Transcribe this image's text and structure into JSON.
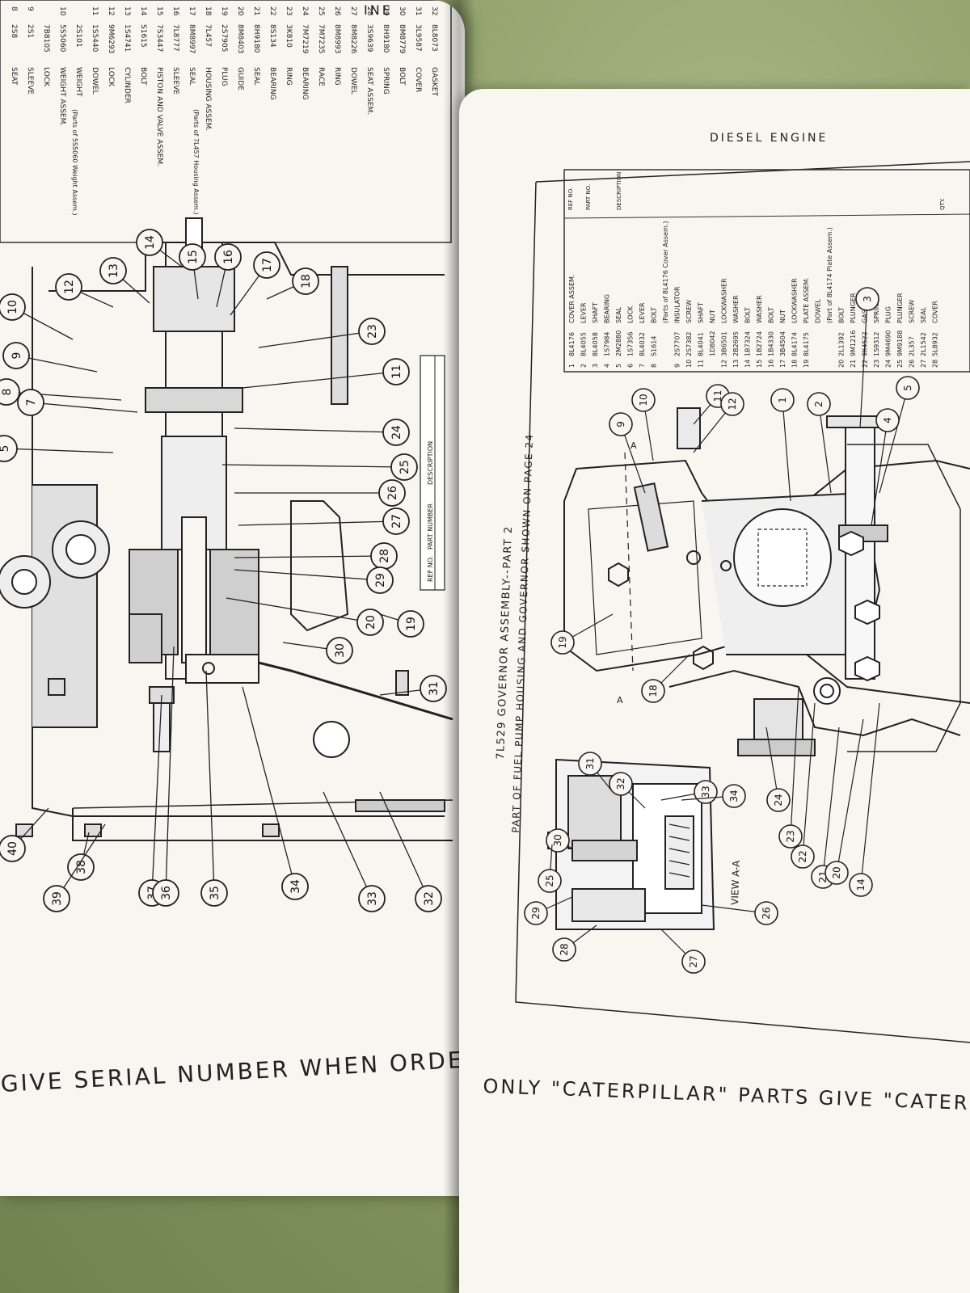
{
  "left_page": {
    "header_partial": "INE",
    "parts_table_rows": [
      {
        "no": "8",
        "part": "2S8",
        "desc": "SEAT"
      },
      {
        "no": "9",
        "part": "2S1",
        "desc": "SLEEVE"
      },
      {
        "no": "",
        "part": "7B8105",
        "desc": "LOCK"
      },
      {
        "no": "10",
        "part": "5S5060",
        "desc": "WEIGHT ASSEM."
      },
      {
        "no": "",
        "part": "2S101",
        "desc": "WEIGHT"
      },
      {
        "no": "11",
        "part": "1S5440",
        "desc": "DOWEL"
      },
      {
        "no": "12",
        "part": "9M6293",
        "desc": "LOCK"
      },
      {
        "no": "13",
        "part": "1S4741",
        "desc": "CYLINDER"
      },
      {
        "no": "14",
        "part": "S1615",
        "desc": "BOLT"
      },
      {
        "no": "15",
        "part": "7S3447",
        "desc": "PISTON AND VALVE ASSEM."
      },
      {
        "no": "16",
        "part": "7L8777",
        "desc": "SLEEVE"
      },
      {
        "no": "17",
        "part": "8M8997",
        "desc": "SEAL"
      },
      {
        "no": "18",
        "part": "7L457",
        "desc": "HOUSING ASSEM."
      },
      {
        "no": "19",
        "part": "2S7905",
        "desc": "PLUG"
      },
      {
        "no": "20",
        "part": "8M8403",
        "desc": "GUIDE"
      },
      {
        "no": "21",
        "part": "8H9180",
        "desc": "SEAL"
      },
      {
        "no": "22",
        "part": "8S134",
        "desc": "BEARING"
      },
      {
        "no": "23",
        "part": "3K810",
        "desc": "RING"
      },
      {
        "no": "24",
        "part": "7M7219",
        "desc": "BEARING"
      },
      {
        "no": "25",
        "part": "7M7235",
        "desc": "RACE"
      },
      {
        "no": "26",
        "part": "8M8993",
        "desc": "RING"
      },
      {
        "no": "27",
        "part": "8M8226",
        "desc": "DOWEL"
      },
      {
        "no": "28",
        "part": "3S9639",
        "desc": "SEAT ASSEM."
      },
      {
        "no": "29",
        "part": "8H9180",
        "desc": "SPRING"
      },
      {
        "no": "30",
        "part": "8M8779",
        "desc": "BOLT"
      },
      {
        "no": "31",
        "part": "3L9587",
        "desc": "COVER"
      },
      {
        "no": "32",
        "part": "8L8073",
        "desc": "GASKET"
      }
    ],
    "parts_table_notes": [
      "(Parts of 5S5060 Weight Assem.)",
      "(Parts of 7L457 Housing Assem.)"
    ],
    "inset_table_headers": [
      "REF NO.",
      "PART NUMBER",
      "DESCRIPTION"
    ],
    "callouts": [
      "10",
      "9",
      "8",
      "7",
      "5",
      "12",
      "13",
      "14",
      "15",
      "16",
      "17",
      "18",
      "23",
      "11",
      "24",
      "25",
      "26",
      "27",
      "28",
      "29",
      "20",
      "19",
      "30",
      "31",
      "40",
      "38",
      "39",
      "37",
      "36",
      "35",
      "34",
      "33",
      "32"
    ],
    "footer": "GIVE SERIAL NUMBER WHEN ORDERIN"
  },
  "right_page": {
    "header": "DIESEL ENGINE",
    "parts_table_headers": [
      "REF NO.",
      "PART NO.",
      "DESCRIPTION",
      "QTY."
    ],
    "parts_table_rows": [
      {
        "no": "1",
        "part": "8L4176",
        "desc": "COVER ASSEM."
      },
      {
        "no": "2",
        "part": "8L4055",
        "desc": "LEVER"
      },
      {
        "no": "3",
        "part": "8L4058",
        "desc": "SHAFT"
      },
      {
        "no": "4",
        "part": "1S7984",
        "desc": "BEARING"
      },
      {
        "no": "5",
        "part": "2M2880",
        "desc": "SEAL"
      },
      {
        "no": "6",
        "part": "1S7356",
        "desc": "LOCK"
      },
      {
        "no": "7",
        "part": "8L4032",
        "desc": "LEVER"
      },
      {
        "no": "8",
        "part": "S1614",
        "desc": "BOLT"
      },
      {
        "no": "",
        "part": "",
        "desc": "(Parts of 8L4176 Cover Assem.)"
      },
      {
        "no": "9",
        "part": "2S7707",
        "desc": "INSULATOR"
      },
      {
        "no": "10",
        "part": "2S7382",
        "desc": "SCREW"
      },
      {
        "no": "11",
        "part": "8L4041",
        "desc": "SHAFT"
      },
      {
        "no": "",
        "part": "1D8042",
        "desc": "NUT"
      },
      {
        "no": "12",
        "part": "3B6501",
        "desc": "LOCKWASHER"
      },
      {
        "no": "13",
        "part": "2B2695",
        "desc": "WASHER"
      },
      {
        "no": "14",
        "part": "1B7324",
        "desc": "BOLT"
      },
      {
        "no": "15",
        "part": "1B2724",
        "desc": "WASHER"
      },
      {
        "no": "16",
        "part": "1B4330",
        "desc": "BOLT"
      },
      {
        "no": "17",
        "part": "3B4504",
        "desc": "NUT"
      },
      {
        "no": "18",
        "part": "8L4174",
        "desc": "LOCKWASHER"
      },
      {
        "no": "19",
        "part": "8L4175",
        "desc": "PLATE ASSEM."
      },
      {
        "no": "",
        "part": "",
        "desc": "DOWEL"
      },
      {
        "no": "",
        "part": "",
        "desc": "(Part of 8L4174 Plate Assem.)"
      },
      {
        "no": "20",
        "part": "2L1392",
        "desc": "BOLT"
      },
      {
        "no": "21",
        "part": "9M1216",
        "desc": "PLUNGER"
      },
      {
        "no": "22",
        "part": "9K4522",
        "desc": "GASKET"
      },
      {
        "no": "23",
        "part": "1S9312",
        "desc": "SPRING"
      },
      {
        "no": "24",
        "part": "9M4690",
        "desc": "PLUG"
      },
      {
        "no": "25",
        "part": "9M9188",
        "desc": "PLUNGER"
      },
      {
        "no": "26",
        "part": "2L357",
        "desc": "SCREW"
      },
      {
        "no": "27",
        "part": "2L1542",
        "desc": "SEAL"
      },
      {
        "no": "28",
        "part": "5L8932",
        "desc": "COVER"
      }
    ],
    "caption_line1": "7L529 GOVERNOR ASSEMBLY--PART 2",
    "caption_line2": "PART OF FUEL PUMP HOUSING AND GOVERNOR SHOWN ON PAGE 24",
    "view_label": "VIEW A-A",
    "section_mark": "A",
    "callouts": [
      "11",
      "10",
      "9",
      "12",
      "3",
      "5",
      "4",
      "1",
      "2",
      "19",
      "18",
      "24",
      "23",
      "22",
      "21",
      "20",
      "14",
      "31",
      "32",
      "33",
      "34",
      "30",
      "29",
      "28",
      "27",
      "26",
      "25"
    ],
    "footer": "ONLY \"CATERPILLAR\" PARTS GIVE \"CATERPILL"
  }
}
